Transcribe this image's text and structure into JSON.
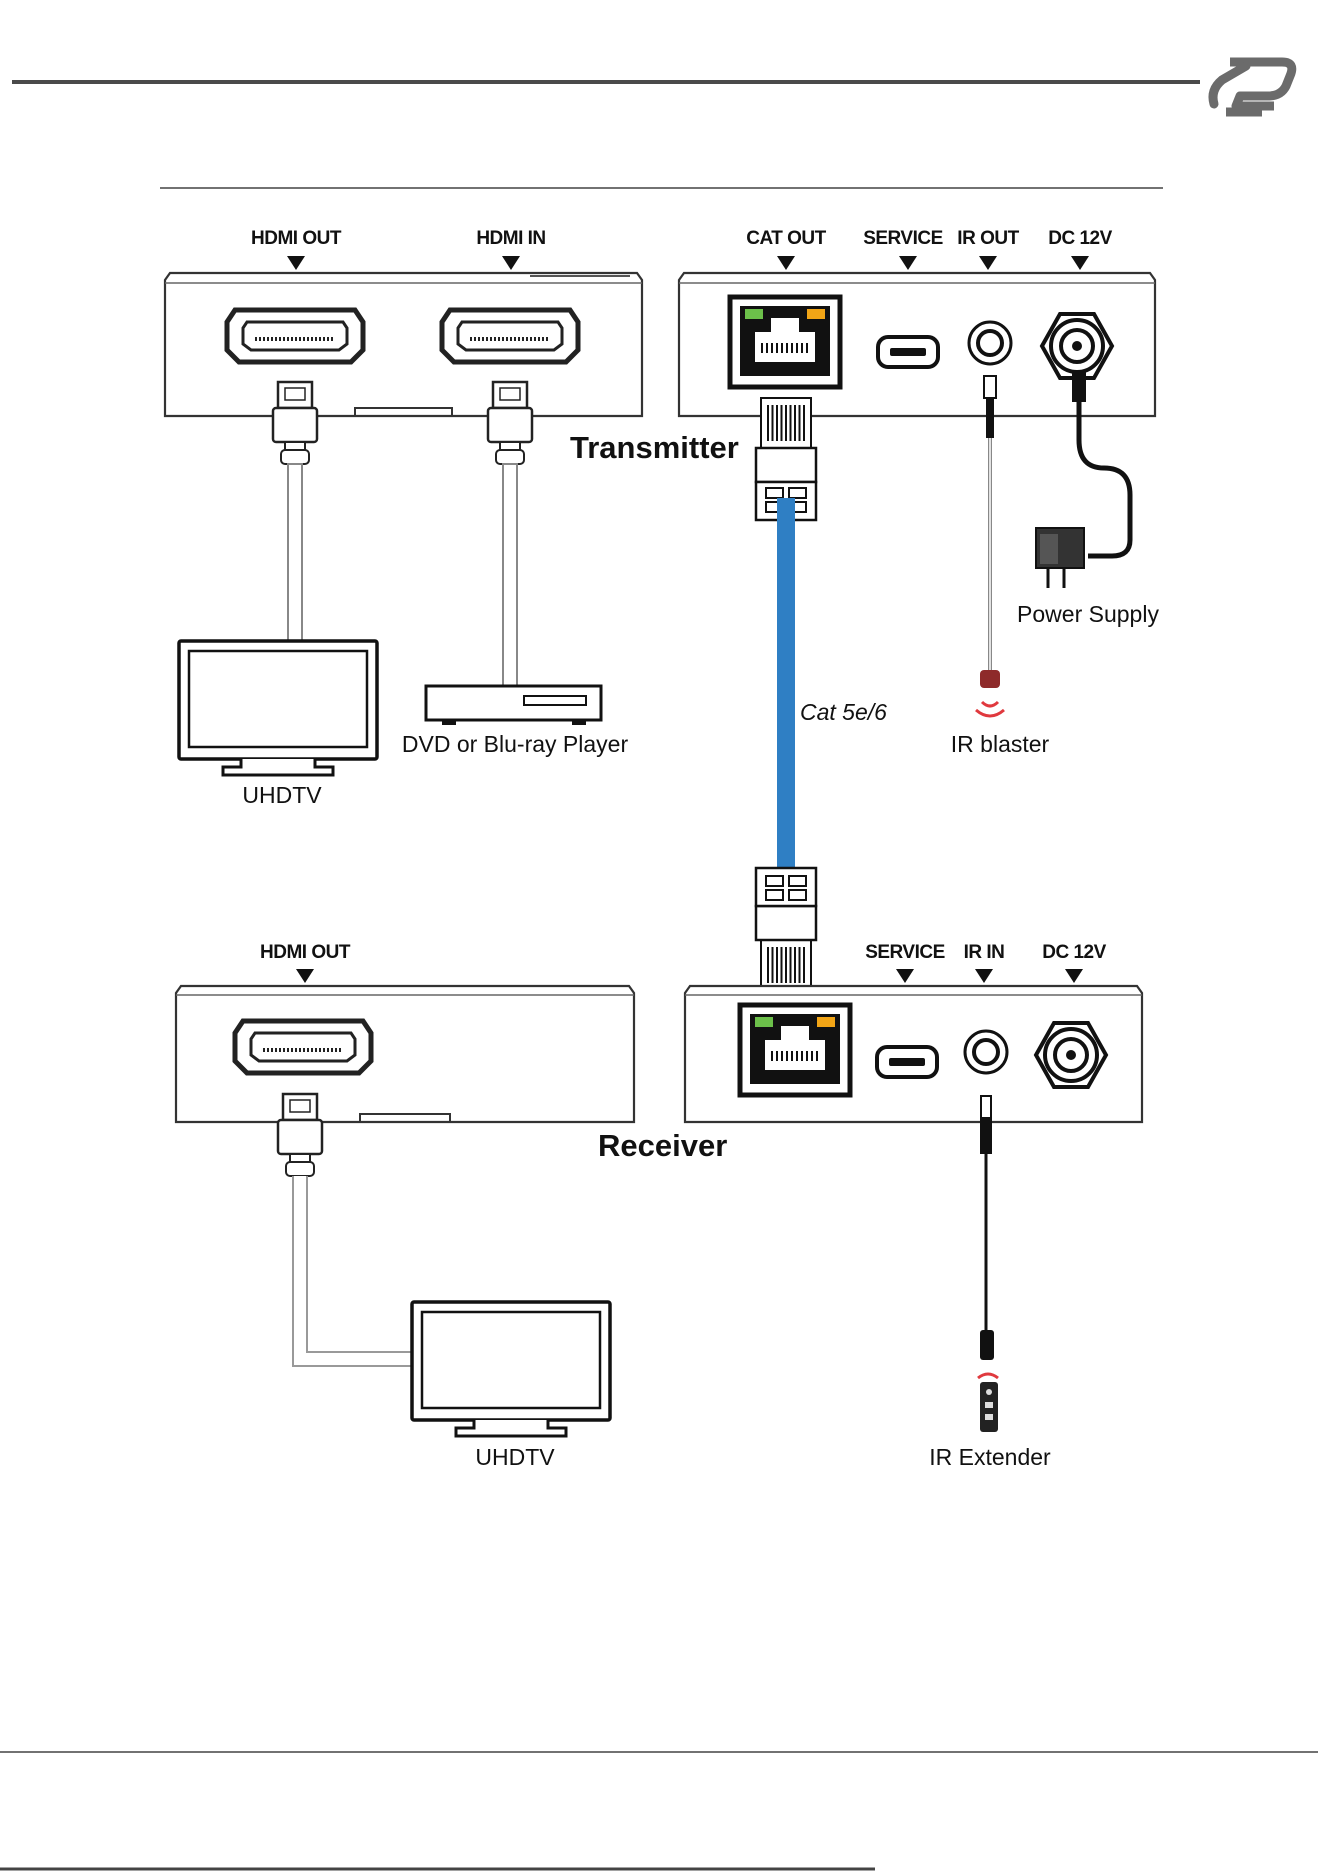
{
  "labels": {
    "tx_hdmi_out": "HDMI OUT",
    "tx_hdmi_in": "HDMI IN",
    "tx_cat_out": "CAT OUT",
    "tx_service": "SERVICE",
    "tx_ir_out": "IR OUT",
    "tx_dc12v": "DC 12V",
    "transmitter": "Transmitter",
    "power_supply": "Power Supply",
    "ir_blaster": "IR blaster",
    "cable": "Cat 5e/6",
    "tx_tv": "UHDTV",
    "player": "DVD or Blu-ray Player",
    "rx_hdmi_out": "HDMI OUT",
    "rx_service": "SERVICE",
    "rx_ir_in": "IR IN",
    "rx_dc12v": "DC 12V",
    "receiver": "Receiver",
    "rx_tv": "UHDTV",
    "ir_extender": "IR Extender"
  },
  "colors": {
    "cable_blue": "#2f7fc4",
    "led_green": "#6cc04a",
    "led_orange": "#f2a516",
    "ir_red": "#e0393e",
    "line_dark": "#333333",
    "logo_gray": "#6b6b6b"
  },
  "logo": "logo-icon"
}
